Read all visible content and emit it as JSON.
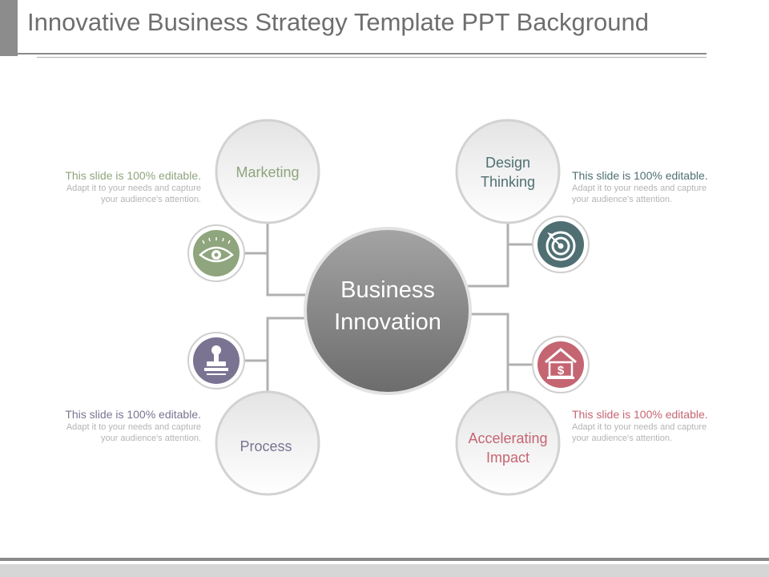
{
  "slide": {
    "title": "Innovative Business Strategy Template PPT Background"
  },
  "center": {
    "line1": "Business",
    "line2": "Innovation"
  },
  "nodes": [
    {
      "id": "marketing",
      "line1": "Marketing",
      "line2": "",
      "color": "#8fa57d",
      "icon": "eye-icon"
    },
    {
      "id": "design-thinking",
      "line1": "Design",
      "line2": "Thinking",
      "color": "#4f6f73",
      "icon": "target-icon"
    },
    {
      "id": "process",
      "line1": "Process",
      "line2": "",
      "color": "#7a7392",
      "icon": "stamp-icon"
    },
    {
      "id": "accelerating-impact",
      "line1": "Accelerating",
      "line2": "Impact",
      "color": "#c56572",
      "icon": "bank-dollar-icon"
    }
  ],
  "descriptions": [
    {
      "id": "marketing",
      "heading": "This slide is 100% editable.",
      "line1": "Adapt it to your needs and capture",
      "line2": "your audience's attention."
    },
    {
      "id": "design-thinking",
      "heading": "This slide is 100% editable.",
      "line1": "Adapt it to your needs and capture",
      "line2": "your audience's attention."
    },
    {
      "id": "process",
      "heading": "This slide is 100% editable.",
      "line1": "Adapt it to your needs and capture",
      "line2": "your audience's attention."
    },
    {
      "id": "accelerating-impact",
      "heading": "This slide is 100% editable.",
      "line1": "Adapt it to your needs and capture",
      "line2": "your audience's attention."
    }
  ]
}
